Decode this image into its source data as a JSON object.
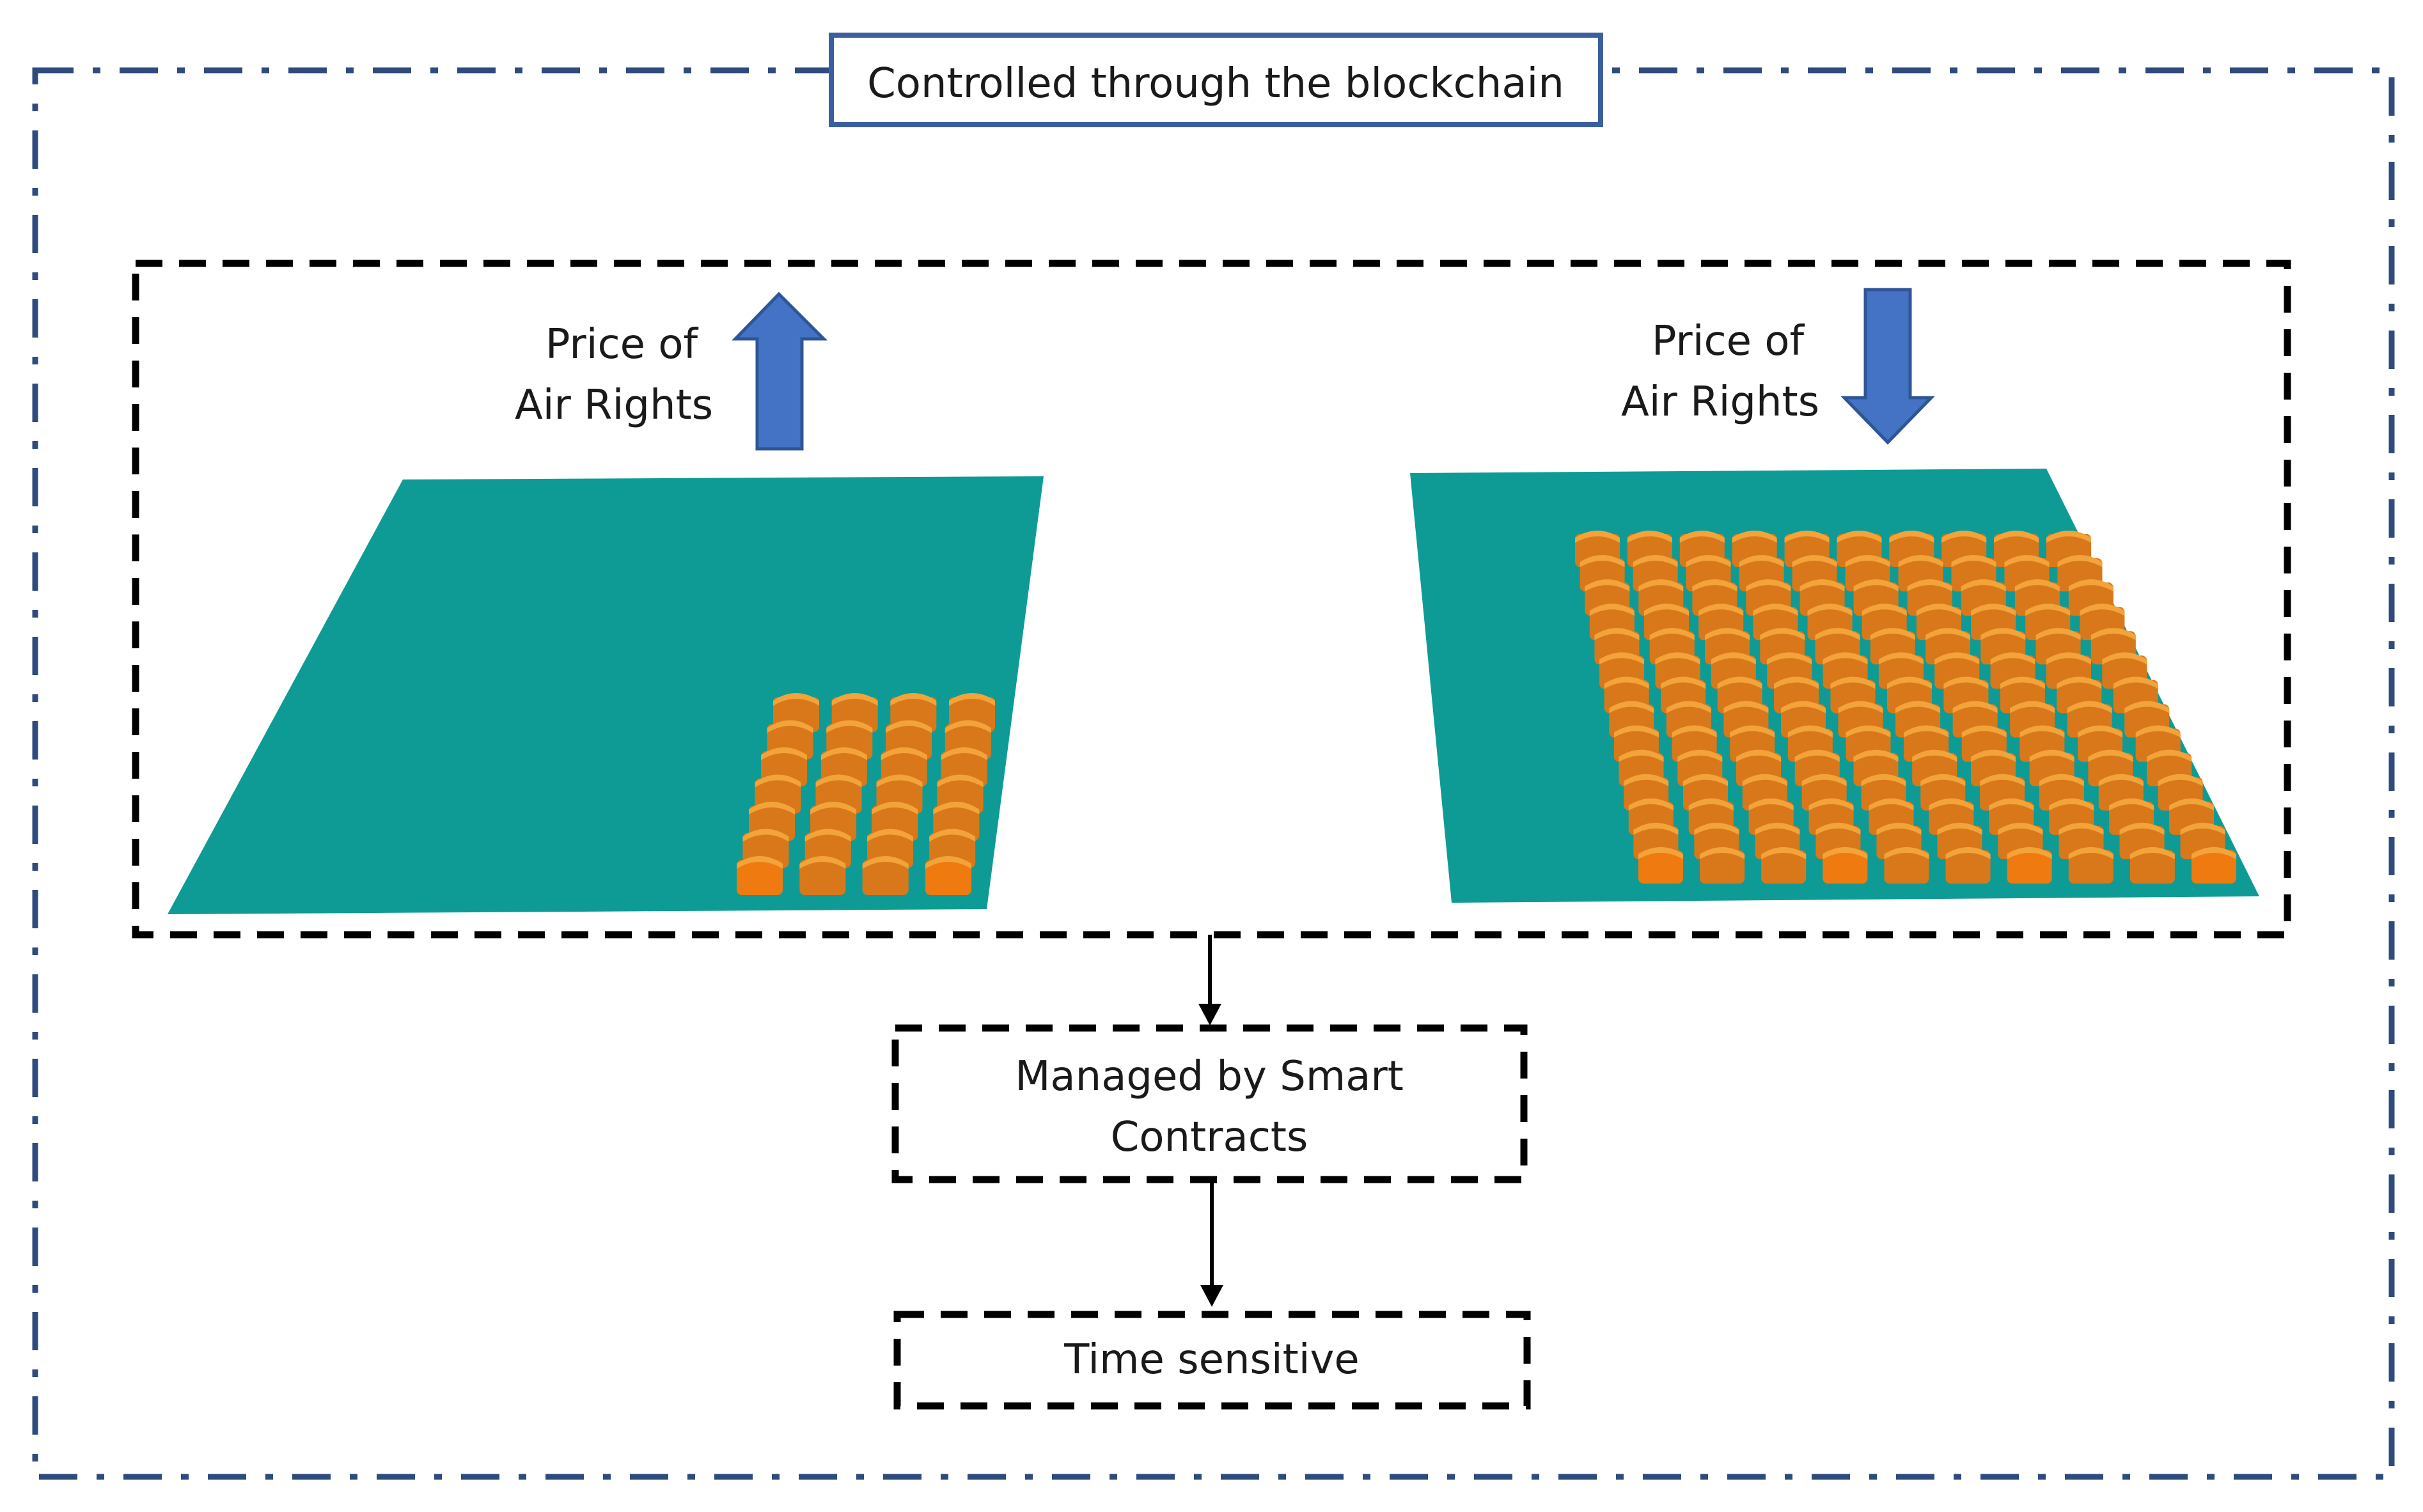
{
  "outer_frame": {
    "title": "Controlled through the blockchain"
  },
  "scenarios": [
    {
      "price_label": {
        "line1": "Price of",
        "line2": "Air Rights"
      },
      "arrow": "up-arrow-icon",
      "building_cols": 4,
      "building_rows": 7
    },
    {
      "price_label": {
        "line1": "Price of",
        "line2": "Air Rights"
      },
      "arrow": "down-arrow-icon",
      "building_cols": 10,
      "building_rows": 14
    }
  ],
  "flow": {
    "step1": {
      "line1": "Managed by Smart",
      "line2": "Contracts"
    },
    "step2": "Time sensitive"
  },
  "colors": {
    "frame": "#2f4b7c",
    "ground": "#0e9b95",
    "arrow": "#4472c4",
    "building_top": "#f2a33a",
    "building_front": "#d9781a",
    "building_highlight": "#ee7a10",
    "dashed": "#000000"
  }
}
